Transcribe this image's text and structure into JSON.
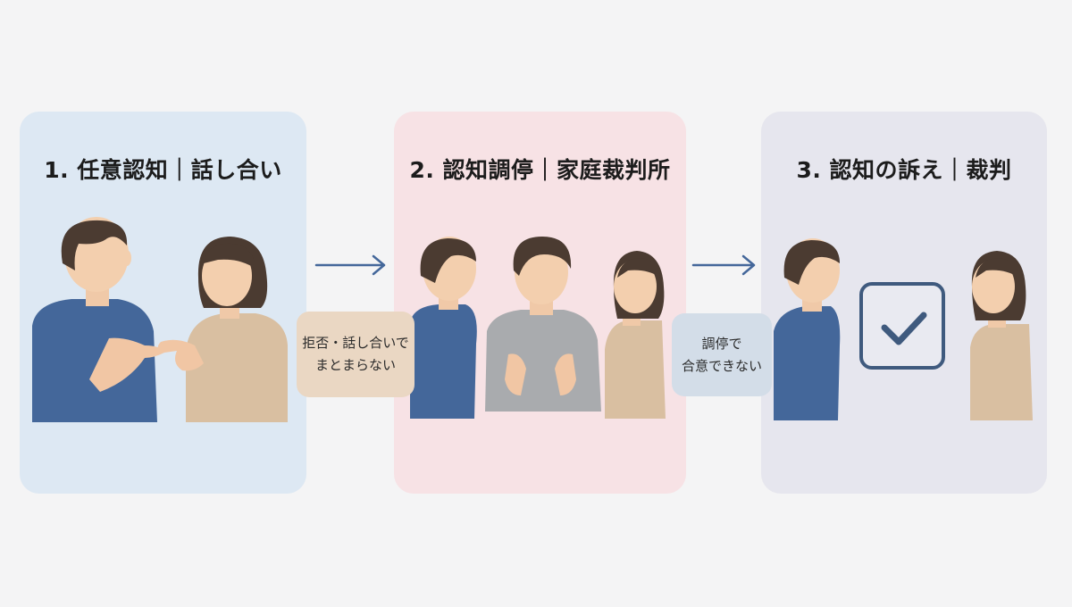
{
  "steps": [
    {
      "title": "1. 任意認知｜話し合い"
    },
    {
      "title": "2. 認知調停｜家庭裁判所"
    },
    {
      "title": "3. 認知の訴え｜裁判"
    }
  ],
  "transitions": [
    {
      "line1": "拒否・話し合いで",
      "line2": "まとまらない"
    },
    {
      "line1": "調停で",
      "line2": "合意できない"
    }
  ],
  "colors": {
    "panel1_bg": "#dde8f3",
    "panel2_bg": "#f7e2e5",
    "panel3_bg": "#e6e6ee",
    "man_shirt": "#44679a",
    "woman_sweater": "#d9bfa1",
    "mediator_sweater": "#a9abae",
    "hair": "#4b3b31",
    "check_box": "#3f5a7e"
  }
}
